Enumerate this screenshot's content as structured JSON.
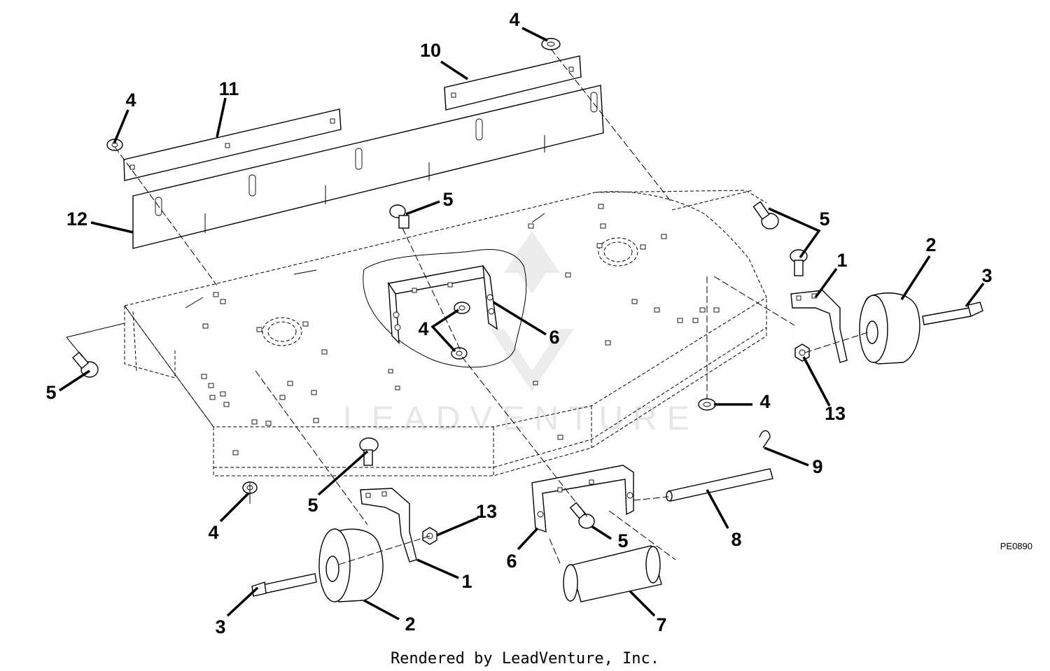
{
  "figure": {
    "code": "PE0890",
    "credit": "Rendered by LeadVenture, Inc.",
    "watermark": "LEADVENTURE"
  },
  "callouts": [
    {
      "id": "c4a",
      "label": "4"
    },
    {
      "id": "c10",
      "label": "10"
    },
    {
      "id": "c11",
      "label": "11"
    },
    {
      "id": "c4b",
      "label": "4"
    },
    {
      "id": "c12",
      "label": "12"
    },
    {
      "id": "c5a",
      "label": "5"
    },
    {
      "id": "c5b",
      "label": "5"
    },
    {
      "id": "c1a",
      "label": "1"
    },
    {
      "id": "c2a",
      "label": "2"
    },
    {
      "id": "c3a",
      "label": "3"
    },
    {
      "id": "c4c",
      "label": "4"
    },
    {
      "id": "c6a",
      "label": "6"
    },
    {
      "id": "c5c",
      "label": "5"
    },
    {
      "id": "c13a",
      "label": "13"
    },
    {
      "id": "c4d",
      "label": "4"
    },
    {
      "id": "c9",
      "label": "9"
    },
    {
      "id": "c5d",
      "label": "5"
    },
    {
      "id": "c13b",
      "label": "13"
    },
    {
      "id": "c4e",
      "label": "4"
    },
    {
      "id": "c8",
      "label": "8"
    },
    {
      "id": "c6b",
      "label": "6"
    },
    {
      "id": "c5e",
      "label": "5"
    },
    {
      "id": "c1b",
      "label": "1"
    },
    {
      "id": "c3b",
      "label": "3"
    },
    {
      "id": "c2b",
      "label": "2"
    },
    {
      "id": "c7",
      "label": "7"
    }
  ]
}
